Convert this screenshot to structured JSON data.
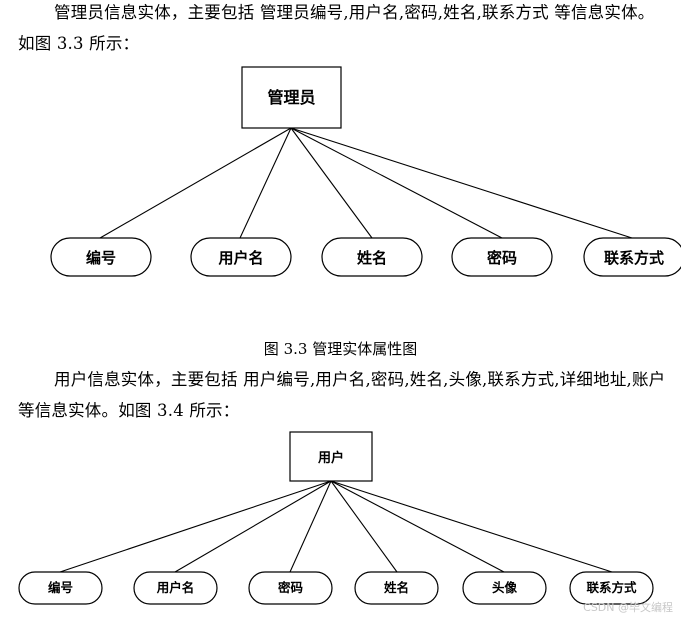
{
  "paragraph1": "管理员信息实体，主要包括 管理员编号,用户名,密码,姓名,联系方式 等信息实体。如图 3.3 所示：",
  "diagram1": {
    "entity": "管理员",
    "attributes": [
      "编号",
      "用户名",
      "姓名",
      "密码",
      "联系方式"
    ]
  },
  "caption1": "图 3.3 管理实体属性图",
  "paragraph2": "用户信息实体，主要包括 用户编号,用户名,密码,姓名,头像,联系方式,详细地址,账户 等信息实体。如图 3.4 所示：",
  "diagram2": {
    "entity": "用户",
    "attributes": [
      "编号",
      "用户名",
      "密码",
      "姓名",
      "头像",
      "联系方式"
    ]
  },
  "watermark": "CSDN @毕文编程"
}
